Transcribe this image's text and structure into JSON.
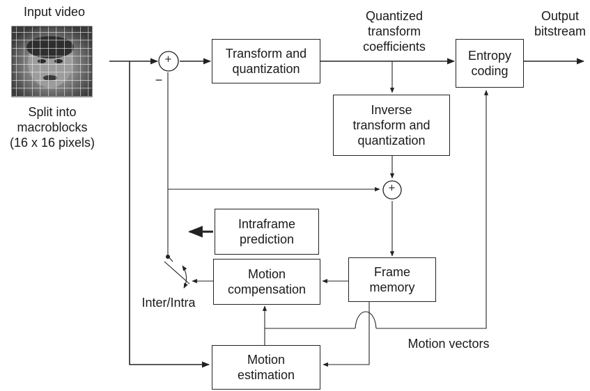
{
  "input": {
    "title": "Input video",
    "caption": "Split into\nmacroblocks\n(16 x 16 pixels)"
  },
  "blocks": {
    "transform": "Transform and\nquantization",
    "entropy": "Entropy\ncoding",
    "inverse": "Inverse\ntransform and\nquantization",
    "intra": "Intraframe\nprediction",
    "motion_comp": "Motion\ncompensation",
    "frame_memory": "Frame\nmemory",
    "motion_est": "Motion\nestimation"
  },
  "labels": {
    "quantized": "Quantized\ntransform\ncoefficients",
    "output": "Output\nbitstream",
    "minus": "−",
    "inter_intra": "Inter/Intra",
    "motion_vectors": "Motion vectors",
    "plus": "+"
  }
}
